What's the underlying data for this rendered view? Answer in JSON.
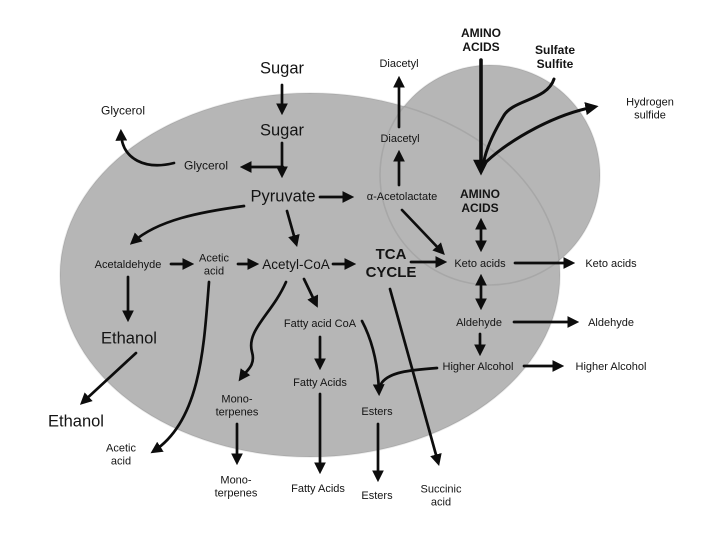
{
  "diagram": {
    "type": "metabolic-pathway",
    "subject": "yeast-cell-fermentation-pathways",
    "background": "#ffffff",
    "cell_fill": "#b6b6b6",
    "ink": "#0d0d0d"
  },
  "nodes": {
    "sugar_out": "Sugar",
    "sugar_in": "Sugar",
    "glycerol_out": "Glycerol",
    "glycerol_in": "Glycerol",
    "pyruvate": "Pyruvate",
    "acetaldehyde": "Acetaldehyde",
    "acetic_acid_in": "Acetic\nacid",
    "acetyl_coa": "Acetyl-CoA",
    "tca_cycle": "TCA\nCYCLE",
    "alpha_acetolactate": "α-Acetolactate",
    "diacetyl_in": "Diacetyl",
    "diacetyl_out": "Diacetyl",
    "amino_acids_out": "AMINO\nACIDS",
    "sulfate_sulfite": "Sulfate\nSulfite",
    "hydrogen_sulfide": "Hydrogen\nsulfide",
    "amino_acids_in": "AMINO\nACIDS",
    "keto_acids_in": "Keto acids",
    "keto_acids_out": "Keto acids",
    "aldehyde_in": "Aldehyde",
    "aldehyde_out": "Aldehyde",
    "higher_alcohol_in": "Higher Alcohol",
    "higher_alcohol_out": "Higher Alcohol",
    "ethanol_in": "Ethanol",
    "ethanol_out": "Ethanol",
    "acetic_acid_out": "Acetic\nacid",
    "fatty_acid_coa": "Fatty acid CoA",
    "mono_terpenes_in": "Mono-\nterpenes",
    "mono_terpenes_out": "Mono-\nterpenes",
    "fatty_acids_in": "Fatty Acids",
    "fatty_acids_out": "Fatty Acids",
    "esters_in": "Esters",
    "esters_out": "Esters",
    "succinic_acid": "Succinic\nacid"
  },
  "edges": [
    {
      "name": "sugar-uptake",
      "from": "Sugar (extracellular)",
      "to": "Sugar (intracellular)"
    },
    {
      "name": "sugar-to-pyruvate",
      "from": "Sugar (intracellular)",
      "to": "Pyruvate"
    },
    {
      "name": "sugar-to-glycerol",
      "from": "Sugar (intracellular)",
      "to": "Glycerol (intracellular)"
    },
    {
      "name": "glycerol-export",
      "from": "Glycerol (intracellular)",
      "to": "Glycerol (extracellular)"
    },
    {
      "name": "pyruvate-to-alpha-acetolactate",
      "from": "Pyruvate",
      "to": "α-Acetolactate"
    },
    {
      "name": "alpha-acetolactate-to-diacetyl",
      "from": "α-Acetolactate",
      "to": "Diacetyl (intracellular)"
    },
    {
      "name": "diacetyl-export",
      "from": "Diacetyl (intracellular)",
      "to": "Diacetyl (extracellular)"
    },
    {
      "name": "alpha-acetolactate-to-keto-acids",
      "from": "α-Acetolactate",
      "to": "Keto acids (intracellular)"
    },
    {
      "name": "pyruvate-to-acetaldehyde",
      "from": "Pyruvate",
      "to": "Acetaldehyde"
    },
    {
      "name": "acetaldehyde-to-acetic-acid",
      "from": "Acetaldehyde",
      "to": "Acetic acid (intracellular)"
    },
    {
      "name": "acetic-acid-to-acetyl-coa",
      "from": "Acetic acid (intracellular)",
      "to": "Acetyl-CoA"
    },
    {
      "name": "pyruvate-to-acetyl-coa",
      "from": "Pyruvate",
      "to": "Acetyl-CoA"
    },
    {
      "name": "acetaldehyde-to-ethanol",
      "from": "Acetaldehyde",
      "to": "Ethanol (intracellular)"
    },
    {
      "name": "ethanol-export",
      "from": "Ethanol (intracellular)",
      "to": "Ethanol (extracellular)"
    },
    {
      "name": "acetic-acid-export",
      "from": "Acetic acid (intracellular)",
      "to": "Acetic acid (extracellular)"
    },
    {
      "name": "acetyl-coa-to-tca-cycle",
      "from": "Acetyl-CoA",
      "to": "TCA CYCLE"
    },
    {
      "name": "tca-cycle-to-keto-acids",
      "from": "TCA CYCLE",
      "to": "Keto acids (intracellular)"
    },
    {
      "name": "tca-cycle-to-succinic-acid",
      "from": "TCA CYCLE",
      "to": "Succinic acid (extracellular)"
    },
    {
      "name": "acetyl-coa-to-fatty-acid-coa",
      "from": "Acetyl-CoA",
      "to": "Fatty acid CoA"
    },
    {
      "name": "acetyl-coa-to-mono-terpenes",
      "from": "Acetyl-CoA",
      "to": "Mono-terpenes (intracellular)"
    },
    {
      "name": "mono-terpenes-export",
      "from": "Mono-terpenes (intracellular)",
      "to": "Mono-terpenes (extracellular)"
    },
    {
      "name": "fatty-acid-coa-to-fatty-acids",
      "from": "Fatty acid CoA",
      "to": "Fatty Acids (intracellular)"
    },
    {
      "name": "fatty-acids-export",
      "from": "Fatty Acids (intracellular)",
      "to": "Fatty Acids (extracellular)"
    },
    {
      "name": "fatty-acid-coa-to-esters",
      "from": "Fatty acid CoA",
      "to": "Esters (intracellular)"
    },
    {
      "name": "higher-alcohol-to-esters",
      "from": "Higher Alcohol (intracellular)",
      "to": "Esters (intracellular)"
    },
    {
      "name": "esters-export",
      "from": "Esters (intracellular)",
      "to": "Esters (extracellular)"
    },
    {
      "name": "amino-acids-uptake",
      "from": "AMINO ACIDS (extracellular)",
      "to": "AMINO ACIDS (intracellular)"
    },
    {
      "name": "sulfate-sulfite-uptake",
      "from": "Sulfate / Sulfite (extracellular)",
      "to": "cell interior"
    },
    {
      "name": "hydrogen-sulfide-export",
      "from": "cell interior",
      "to": "Hydrogen sulfide (extracellular)"
    },
    {
      "name": "amino-acids-keto-acids",
      "from": "AMINO ACIDS (intracellular)",
      "to": "Keto acids (intracellular)",
      "bidirectional": true
    },
    {
      "name": "keto-acids-aldehyde",
      "from": "Keto acids (intracellular)",
      "to": "Aldehyde (intracellular)",
      "bidirectional": true
    },
    {
      "name": "aldehyde-to-higher-alcohol",
      "from": "Aldehyde (intracellular)",
      "to": "Higher Alcohol (intracellular)"
    },
    {
      "name": "keto-acids-export",
      "from": "Keto acids (intracellular)",
      "to": "Keto acids (extracellular)"
    },
    {
      "name": "aldehyde-export",
      "from": "Aldehyde (intracellular)",
      "to": "Aldehyde (extracellular)"
    },
    {
      "name": "higher-alcohol-export",
      "from": "Higher Alcohol (intracellular)",
      "to": "Higher Alcohol (extracellular)"
    }
  ]
}
